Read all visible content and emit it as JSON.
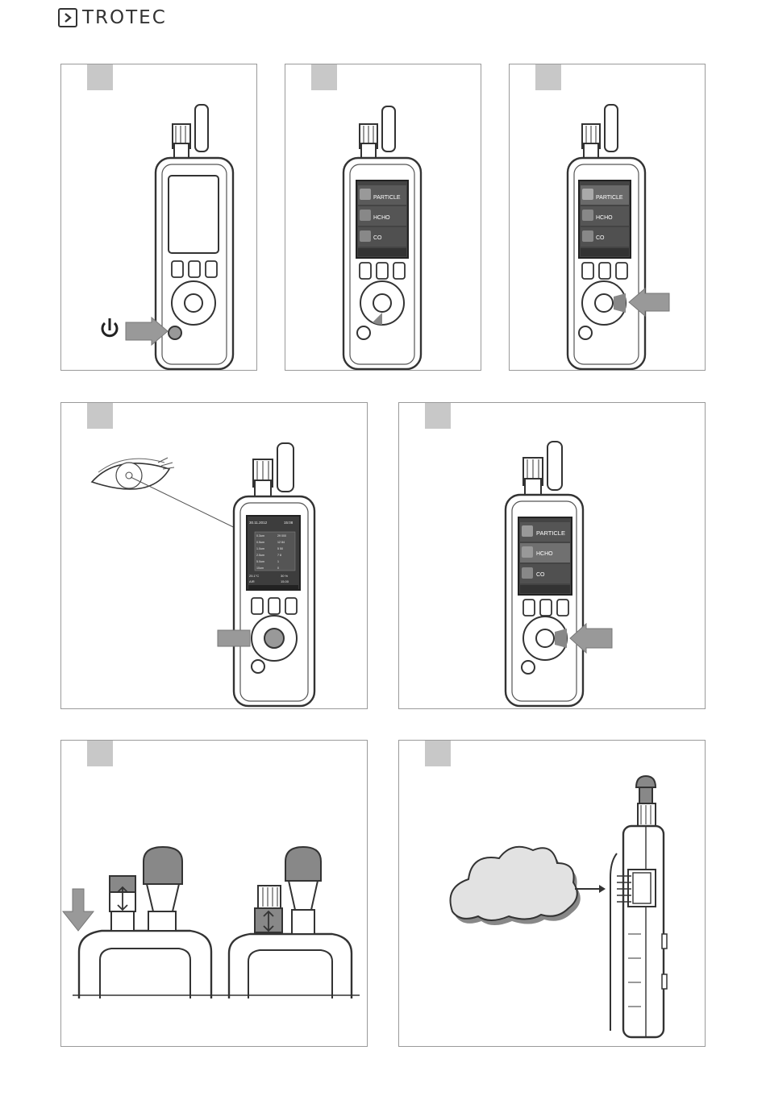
{
  "brand": {
    "name": "TROTEC"
  },
  "device_menu": {
    "item1": "PARTICLE",
    "item2": "HCHO",
    "item3": "CO"
  },
  "detail_screen": {
    "header_left": "30.11.2012",
    "header_right": "15:08",
    "rows": [
      {
        "label": "0.3um",
        "value": "29 000"
      },
      {
        "label": "0.5um",
        "value": "12 84"
      },
      {
        "label": "1.0um",
        "value": "5 50"
      },
      {
        "label": "2.5um",
        "value": "7 8"
      },
      {
        "label": "5.0um",
        "value": "1"
      },
      {
        "label": "10um",
        "value": "0"
      }
    ],
    "footer_row1_left": "25.1°C",
    "footer_row1_right": "30 %",
    "footer_row2_left": "AIR",
    "footer_row2_right": "15.00"
  },
  "icons": [
    "power-icon",
    "eye-icon",
    "cloud-icon",
    "arrow-right-icon",
    "arrow-down-icon",
    "double-arrow-icon"
  ]
}
